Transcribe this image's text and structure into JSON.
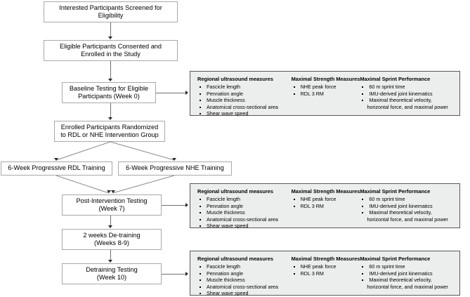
{
  "diagram": {
    "title": "Study design flowchart",
    "colors": {
      "panel_fill": "#eceded",
      "panel_border": "#59595b",
      "node_border": "#a9a9a9",
      "connector": "#6f6f6f",
      "arrowhead": "#2b2b2b"
    }
  },
  "nodes": {
    "screening": {
      "line1": "Interested Participants Screened for",
      "line2": "Eligibility"
    },
    "consent": {
      "line1": "Eligible Participants Consented and",
      "line2": "Enrolled in the Study"
    },
    "baseline": {
      "line1": "Baseline Testing for Eligible",
      "line2": "Participants (Week 0)"
    },
    "randomized": {
      "line1": "Enrolled Participants Randomized",
      "line2": "to RDL or NHE Intervention Group"
    },
    "rdl_training": {
      "line1": "6-Week Progressive RDL Training"
    },
    "nhe_training": {
      "line1": "6-Week Progressive NHE Training"
    },
    "post_intervention": {
      "line1": "Post-Intervention Testing",
      "line2": "(Week 7)"
    },
    "detraining_period": {
      "line1": "2 weeks De-training",
      "line2": "(Weeks 8-9)"
    },
    "detraining_testing": {
      "line1": "Detraining Testing",
      "line2": "(Week 10)"
    }
  },
  "measures_panel": {
    "ultrasound": {
      "title": "Regional ultrasound measures",
      "items": [
        "Fascicle length",
        "Pennation angle",
        "Muscle thickness",
        "Anatomical cross-sectional area",
        "Shear wave speed"
      ]
    },
    "strength": {
      "title": "Maximal Strength Measures",
      "items": [
        "NHE peak force",
        "RDL 3 RM"
      ]
    },
    "sprint": {
      "title": "Maximal Sprint Performance",
      "items": [
        "60 m sprint time",
        "IMU-derived joint kinematics",
        "Maximal theoretical velocity,"
      ],
      "continuation": "horizontal force, and maximal power"
    }
  }
}
